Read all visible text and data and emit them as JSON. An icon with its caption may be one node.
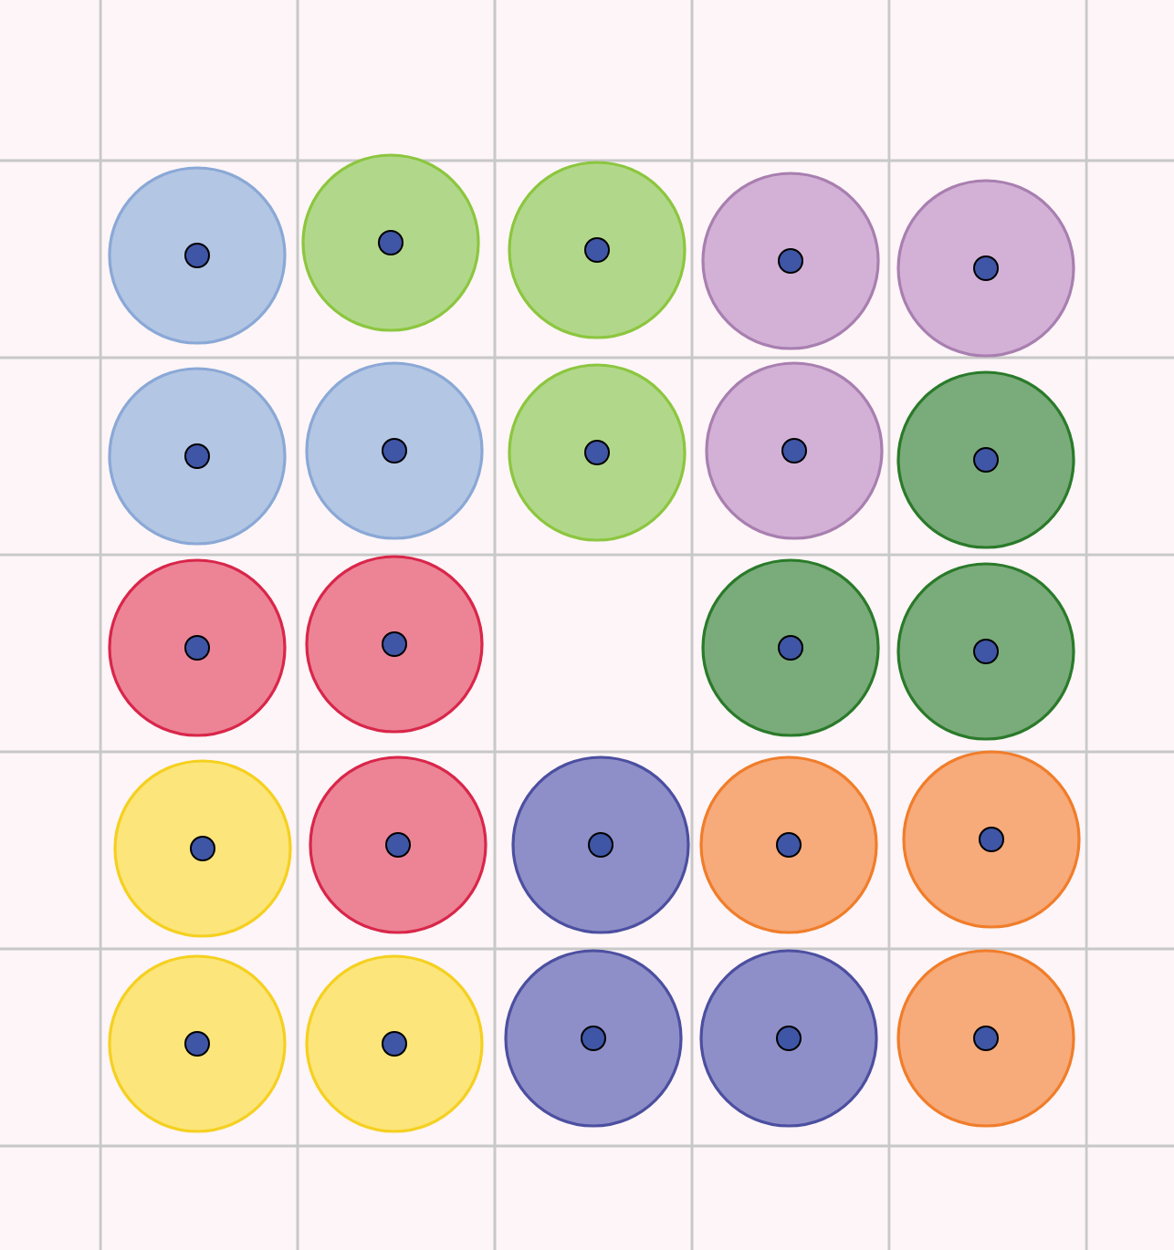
{
  "diagram": {
    "nodes": [
      {
        "text": [],
        "shape": "circle"
      },
      {
        "text": [],
        "shape": "circle"
      },
      {
        "text": [],
        "shape": "circle"
      },
      {
        "text": [],
        "shape": "circle"
      },
      {
        "text": [],
        "shape": "circle"
      },
      {
        "text": [],
        "shape": "circle"
      },
      {
        "text": [],
        "shape": "circle"
      },
      {
        "text": [],
        "shape": "circle"
      },
      {
        "text": [],
        "shape": "circle"
      },
      {
        "text": [],
        "shape": "circle"
      },
      {
        "text": [],
        "shape": "circle"
      },
      {
        "text": [],
        "shape": "circle"
      },
      {
        "text": [],
        "shape": "circle"
      },
      {
        "text": [],
        "shape": "circle"
      },
      {
        "text": [],
        "shape": "circle"
      },
      {
        "text": [],
        "shape": "circle"
      },
      {
        "text": [],
        "shape": "circle"
      },
      {
        "text": [],
        "shape": "circle"
      },
      {
        "text": [],
        "shape": "circle"
      },
      {
        "text": [],
        "shape": "circle"
      },
      {
        "text": [],
        "shape": "circle"
      },
      {
        "text": [],
        "shape": "circle"
      },
      {
        "text": [],
        "shape": "circle"
      },
      {
        "text": [],
        "shape": "circle"
      }
    ]
  }
}
